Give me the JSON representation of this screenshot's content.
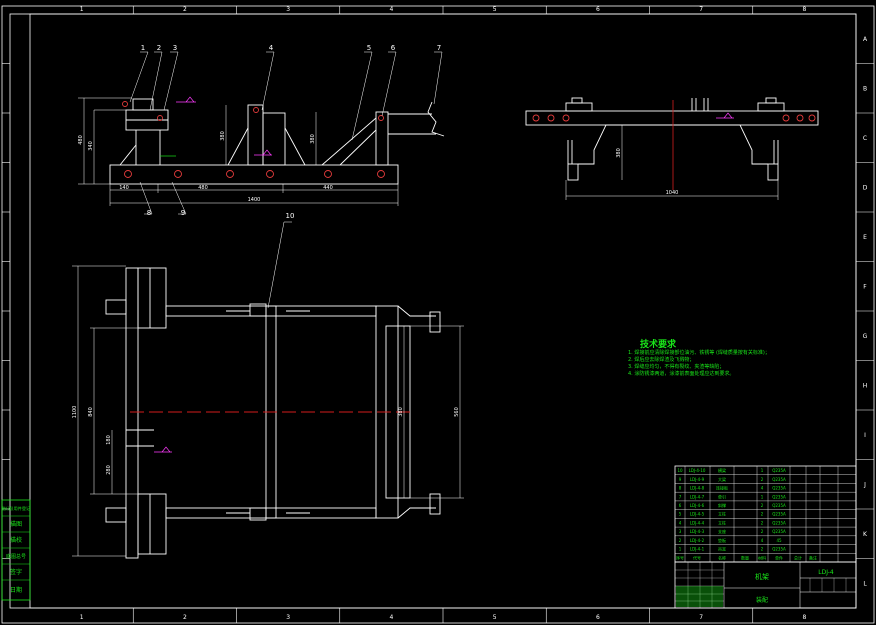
{
  "colors": {
    "frame": "#ffffff",
    "construction": "#ffffff",
    "dimension": "#ffffff",
    "centerline": "#d21d1d",
    "annotation": "#19e619",
    "weld": "#ff3cff",
    "hole": "#e23b3b",
    "background": "#000000"
  },
  "border": {
    "columns": [
      "1",
      "2",
      "3",
      "4",
      "5",
      "6",
      "7",
      "8"
    ],
    "rows": [
      "A",
      "B",
      "C",
      "D",
      "E",
      "F",
      "G",
      "H",
      "I",
      "J",
      "K",
      "L"
    ]
  },
  "front_view": {
    "leaders": [
      "1",
      "2",
      "3",
      "4",
      "5",
      "6",
      "7",
      "8",
      "9"
    ],
    "dimensions": {
      "height_total": "480",
      "height_bracket": "340",
      "height_post": "380",
      "height_right": "380",
      "span_left": "140",
      "span_mid": "480",
      "span_right": "440",
      "length_total": "1400"
    }
  },
  "side_view": {
    "dimensions": {
      "depth": "380",
      "width": "1040"
    }
  },
  "top_view": {
    "leader": "10",
    "dimensions": {
      "length_total": "1100",
      "width_left": "840",
      "height_small": "180",
      "spacing": "280",
      "width_mid": "380",
      "width_right": "560"
    }
  },
  "tech_req": {
    "title": "技术要求",
    "lines": [
      "1. 焊接前应清除焊接部位油污、铁锈等 (焊缝质量按有关标准)；",
      "2. 焊后应去除焊渣及飞溅物；",
      "3. 焊缝应均匀，不得有裂纹、夹渣等缺陷；",
      "4. 涂防锈漆两道，涂漆前表面处理应达到要求。"
    ]
  },
  "bom": {
    "rows": [
      [
        "10",
        "LDJ-4-10",
        "横梁",
        "1",
        "Q235A"
      ],
      [
        "9",
        "LDJ-4-9",
        "大梁",
        "2",
        "Q235A"
      ],
      [
        "8",
        "LDJ-4-8",
        "连接板",
        "4",
        "Q235A"
      ],
      [
        "7",
        "LDJ-4-7",
        "牵引",
        "1",
        "Q235A"
      ],
      [
        "6",
        "LDJ-4-6",
        "斜撑",
        "2",
        "Q235A"
      ],
      [
        "5",
        "LDJ-4-5",
        "立柱",
        "2",
        "Q235A"
      ],
      [
        "4",
        "LDJ-4-4",
        "立柱",
        "2",
        "Q235A"
      ],
      [
        "3",
        "LDJ-4-3",
        "支座",
        "2",
        "Q235A"
      ],
      [
        "2",
        "LDJ-4-2",
        "垫板",
        "4",
        "45"
      ],
      [
        "1",
        "LDJ-4-1",
        "吊耳",
        "2",
        "Q235A"
      ]
    ],
    "header": [
      "序号",
      "代号",
      "名称",
      "数量",
      "材料",
      "单件",
      "总计",
      "备注"
    ]
  },
  "title_block": {
    "drawing_no": "LDJ-4",
    "name": "机架",
    "unit": "装配"
  },
  "left_strip": [
    "借(通)用件登记",
    "描图",
    "描校",
    "底图总号",
    "签字",
    "日期"
  ]
}
